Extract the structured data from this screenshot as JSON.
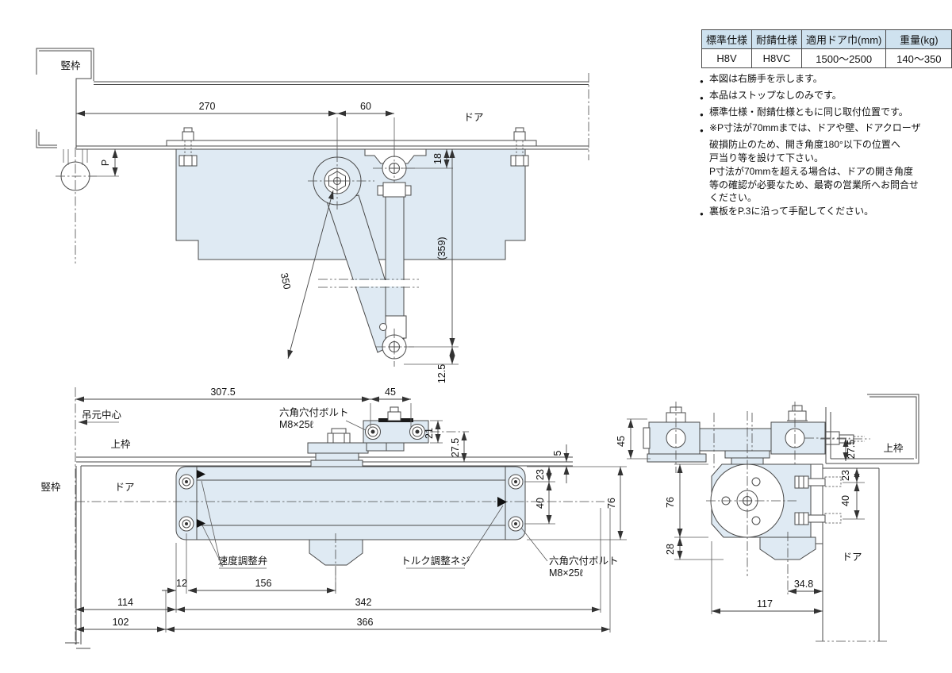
{
  "spec_table": {
    "headers": [
      "標準仕様",
      "耐錆仕様",
      "適用ドア巾(mm)",
      "重量(kg)"
    ],
    "row": [
      "H8V",
      "H8VC",
      "1500〜2500",
      "140〜350"
    ]
  },
  "notes": [
    {
      "bullet": "●",
      "text": "本図は右勝手を示します。"
    },
    {
      "bullet": "●",
      "text": "本品はストップなしのみです。"
    },
    {
      "bullet": "●",
      "text": "標準仕様・耐錆仕様ともに同じ取付位置です。"
    },
    {
      "bullet": "●",
      "text": "※P寸法が70mmまでは、ドアや壁、ドアクローザ"
    },
    {
      "bullet": "",
      "text": "破損防止のため、開き角度180°以下の位置へ"
    },
    {
      "bullet": "",
      "text": "戸当り等を設けて下さい。"
    },
    {
      "bullet": "",
      "text": "P寸法が70mmを超える場合は、ドアの開き角度"
    },
    {
      "bullet": "",
      "text": "等の確認が必要なため、最寄の営業所へお問合せ"
    },
    {
      "bullet": "",
      "text": "ください。"
    },
    {
      "bullet": "●",
      "text": "裏板をP.3に沿って手配してください。"
    }
  ],
  "top_view": {
    "labels": {
      "tatewaku": "竪枠",
      "door": "ドア",
      "p": "P"
    },
    "dims": {
      "d270": "270",
      "d60": "60",
      "d18": "18",
      "d359": "(359)",
      "d350": "350",
      "d125": "12.5"
    }
  },
  "front_view": {
    "labels": {
      "hinge_center": "吊元中心",
      "uwawaku": "上枠",
      "tatewaku": "竪枠",
      "door": "ドア",
      "hex_bolt_top": "六角穴付ボルト",
      "hex_bolt_top_size": "M8×25ℓ",
      "speed_valve": "速度調整弁",
      "torque_screw": "トルク調整ネジ",
      "hex_bolt_bottom": "六角穴付ボルト",
      "hex_bolt_bottom_size": "M8×25ℓ"
    },
    "dims": {
      "d307_5": "307.5",
      "d45": "45",
      "d21": "21",
      "d27_5": "27.5",
      "d5": "5",
      "d23": "23",
      "d40": "40",
      "d76": "76",
      "d12": "12",
      "d156": "156",
      "d114": "114",
      "d342": "342",
      "d102": "102",
      "d366": "366"
    }
  },
  "side_view": {
    "labels": {
      "uwawaku": "上枠",
      "door": "ドア"
    },
    "dims": {
      "d45": "45",
      "d76": "76",
      "d27_5": "27.5",
      "d23": "23",
      "d40": "40",
      "d28": "28",
      "d34_8": "34.8",
      "d117": "117"
    }
  },
  "colors": {
    "body_fill": "#dfeaf3",
    "table_header_bg": "#cfe2ef",
    "line": "#4a4a4a"
  }
}
